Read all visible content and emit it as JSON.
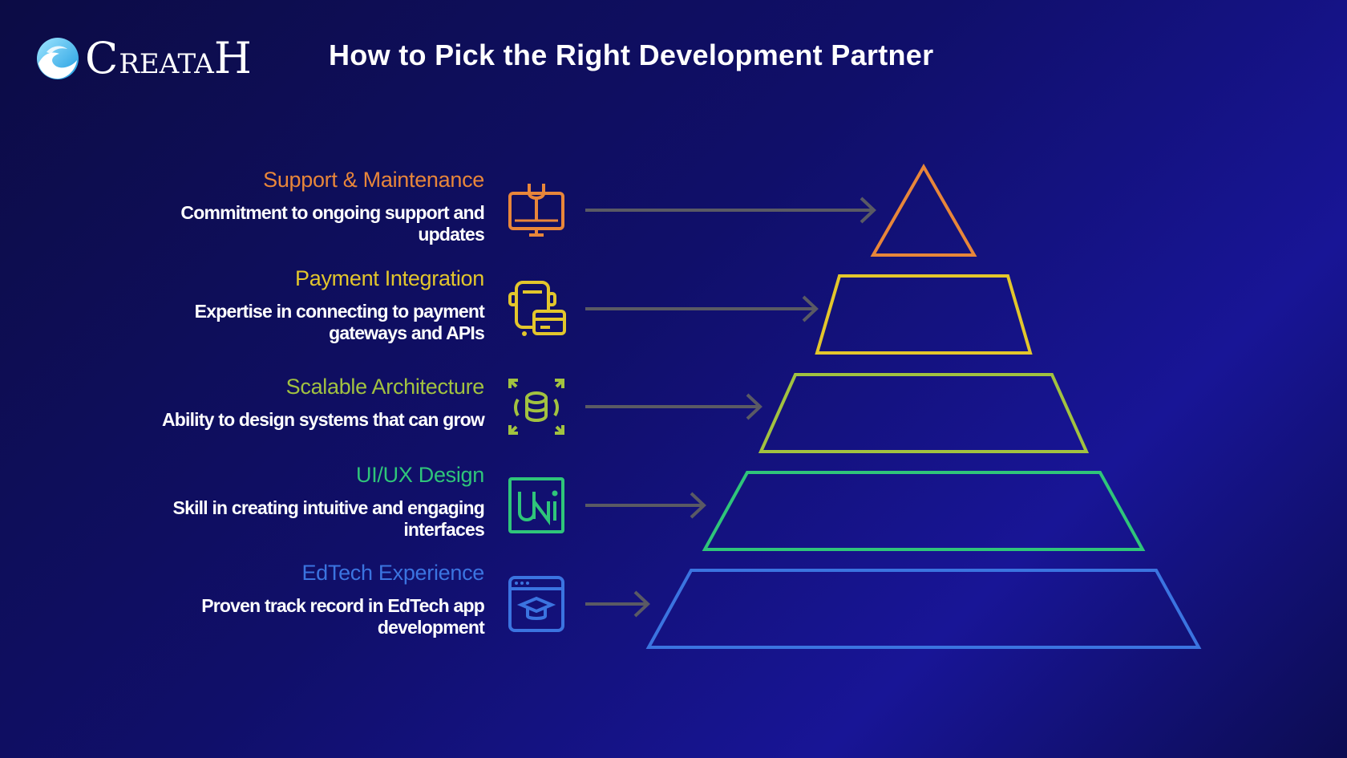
{
  "brand": {
    "name_first": "C",
    "name_mid": "REATA",
    "name_last": "H"
  },
  "title": "How to Pick the Right Development Partner",
  "tiers": [
    {
      "title": "Support & Maintenance",
      "description": "Commitment to ongoing support and updates",
      "color": "#e8863a",
      "icon": "monitor-wrench-icon"
    },
    {
      "title": "Payment Integration",
      "description": "Expertise in connecting to payment gateways and APIs",
      "color": "#e3c62c",
      "icon": "payment-card-terminal-icon"
    },
    {
      "title": "Scalable Architecture",
      "description": "Ability to design systems that can grow",
      "color": "#a2c240",
      "icon": "database-expand-icon"
    },
    {
      "title": "UI/UX Design",
      "description": "Skill in creating intuitive and engaging interfaces",
      "color": "#2fc57a",
      "icon": "ui-frame-icon"
    },
    {
      "title": "EdTech Experience",
      "description": "Proven track record in EdTech app development",
      "color": "#3b74e0",
      "icon": "browser-graduation-cap-icon"
    }
  ],
  "colors": {
    "arrow": "#5a5a64",
    "background": "#100f6a"
  }
}
